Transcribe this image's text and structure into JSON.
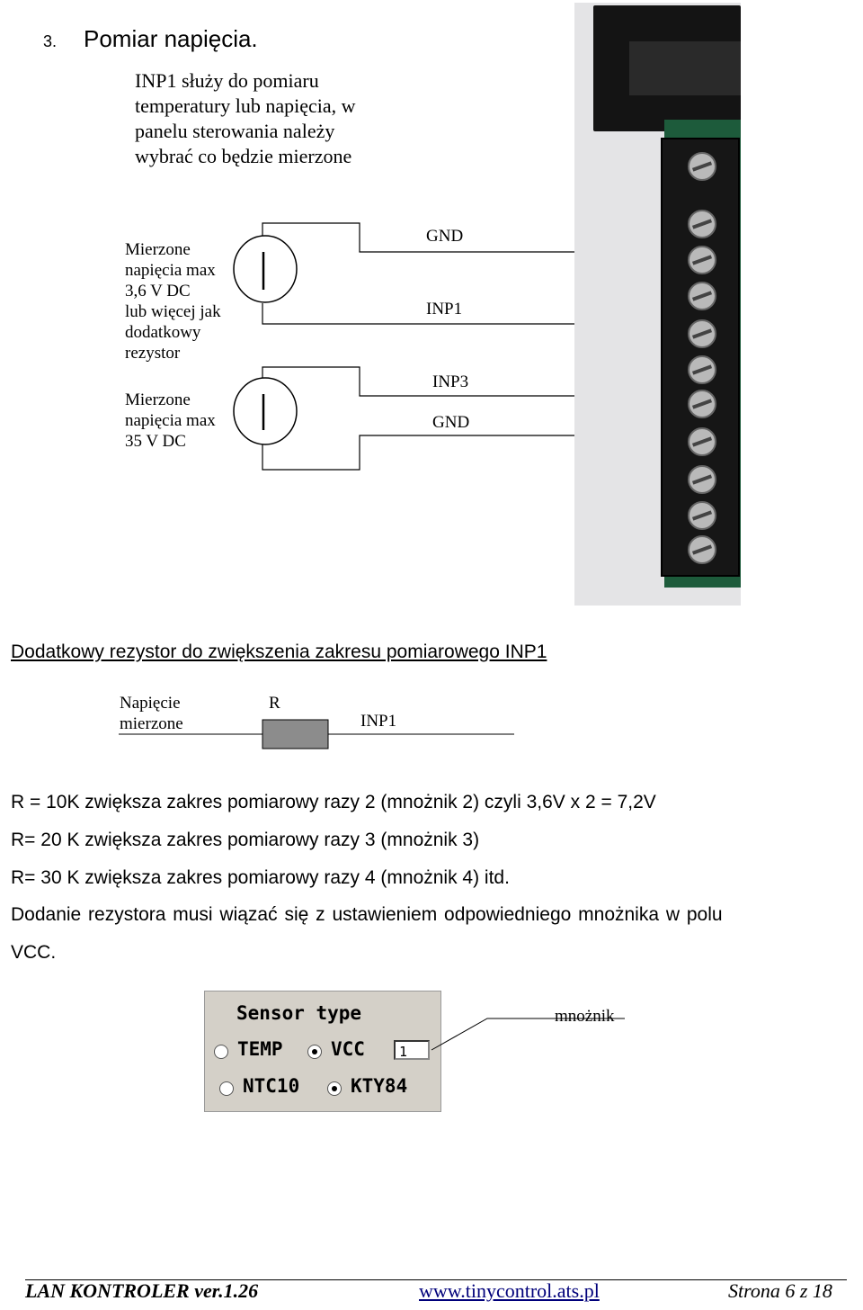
{
  "section": {
    "number": "3.",
    "title": "Pomiar napięcia."
  },
  "intro_lines": [
    "INP1 służy do pomiaru",
    "temperatury lub  napięcia, w",
    "panelu sterowania należy",
    "wybrać co będzie mierzone"
  ],
  "diagram": {
    "label_top": [
      "Mierzone",
      "napięcia max",
      "3,6 V DC",
      "lub więcej jak",
      "dodatkowy",
      "rezystor"
    ],
    "label_bottom": [
      "Mierzone",
      "napięcia max",
      "35 V DC"
    ],
    "pins": {
      "gnd1": "GND",
      "inp1": "INP1",
      "inp3": "INP3",
      "gnd2": "GND"
    }
  },
  "resistor_section": {
    "title": "Dodatkowy rezystor do zwiększenia zakresu pomiarowego INP1",
    "source_label": [
      "Napięcie",
      "mierzone"
    ],
    "resistor_label": "R",
    "target_label": "INP1"
  },
  "explanations": [
    "R = 10K   zwiększa zakres pomiarowy razy 2 (mnożnik 2) czyli 3,6V x 2 = 7,2V",
    "R=  20 K  zwiększa zakres pomiarowy razy 3 (mnożnik 3)",
    "R=  30 K  zwiększa zakres pomiarowy razy 4 (mnożnik 4) itd.",
    "Dodanie  rezystora  musi  wiązać  się  z  ustawieniem  odpowiedniego  mnożnika  w  polu",
    "VCC."
  ],
  "sensor_panel": {
    "title": "Sensor type",
    "options": {
      "temp": "TEMP",
      "vcc": "VCC",
      "ntc10": "NTC10",
      "kty84": "KTY84"
    },
    "selected": [
      "VCC",
      "KTY84"
    ],
    "vcc_value": "1",
    "callout": "mnożnik"
  },
  "footer": {
    "product": "LAN KONTROLER  ver.1.26",
    "url": "www.tinycontrol.ats.pl",
    "page": "Strona 6 z 18"
  }
}
